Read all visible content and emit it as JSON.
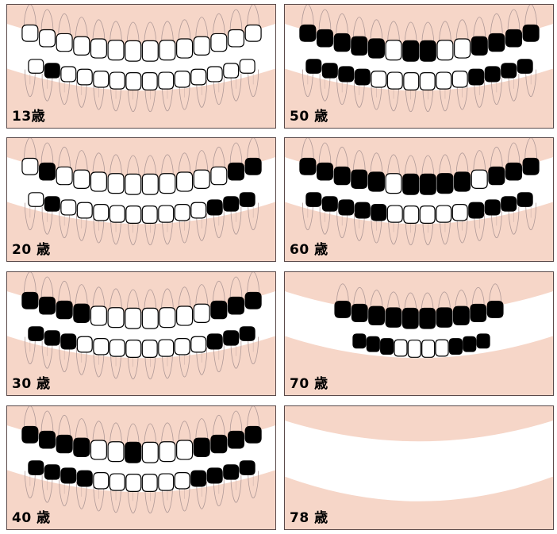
{
  "colors": {
    "gum": "#f6d6c8",
    "background": "#ffffff",
    "root_outline": "#b09a98",
    "tooth_outline": "#000000",
    "healthy_tooth": "#ffffff",
    "lost_tooth": "#000000"
  },
  "panels": [
    {
      "label": "13歳",
      "upper": [
        0,
        0,
        0,
        0,
        0,
        0,
        0,
        0,
        0,
        0,
        0,
        0,
        0,
        0
      ],
      "lower": [
        0,
        1,
        0,
        0,
        0,
        0,
        0,
        0,
        0,
        0,
        0,
        0,
        0,
        0
      ]
    },
    {
      "label": "50 歳",
      "upper": [
        1,
        1,
        1,
        1,
        1,
        0,
        1,
        1,
        0,
        0,
        1,
        1,
        1,
        1
      ],
      "lower": [
        1,
        1,
        1,
        1,
        0,
        0,
        0,
        0,
        0,
        0,
        1,
        1,
        1,
        1
      ]
    },
    {
      "label": "20 歳",
      "upper": [
        0,
        1,
        0,
        0,
        0,
        0,
        0,
        0,
        0,
        0,
        0,
        0,
        1,
        1
      ],
      "lower": [
        0,
        1,
        0,
        0,
        0,
        0,
        0,
        0,
        0,
        0,
        0,
        1,
        1,
        1
      ]
    },
    {
      "label": "60 歳",
      "upper": [
        1,
        1,
        1,
        1,
        1,
        0,
        1,
        1,
        1,
        1,
        0,
        1,
        1,
        1
      ],
      "lower": [
        1,
        1,
        1,
        1,
        1,
        0,
        0,
        0,
        0,
        0,
        1,
        1,
        1,
        1
      ]
    },
    {
      "label": "30 歳",
      "upper": [
        1,
        1,
        1,
        1,
        0,
        0,
        0,
        0,
        0,
        0,
        0,
        1,
        1,
        1
      ],
      "lower": [
        1,
        1,
        1,
        0,
        0,
        0,
        0,
        0,
        0,
        0,
        0,
        1,
        1,
        1
      ]
    },
    {
      "label": "70 歳",
      "upper": [
        1,
        1,
        1,
        1,
        1,
        1,
        1,
        1,
        1,
        1
      ],
      "lower": [
        1,
        1,
        1,
        0,
        0,
        0,
        0,
        1,
        1,
        1
      ],
      "edentulous_gaps": true
    },
    {
      "label": "40 歳",
      "upper": [
        1,
        1,
        1,
        1,
        0,
        0,
        1,
        0,
        0,
        0,
        1,
        1,
        1,
        1
      ],
      "lower": [
        1,
        1,
        1,
        1,
        0,
        0,
        0,
        0,
        0,
        0,
        1,
        1,
        1,
        1
      ]
    },
    {
      "label": "78 歳",
      "upper": [],
      "lower": []
    }
  ]
}
